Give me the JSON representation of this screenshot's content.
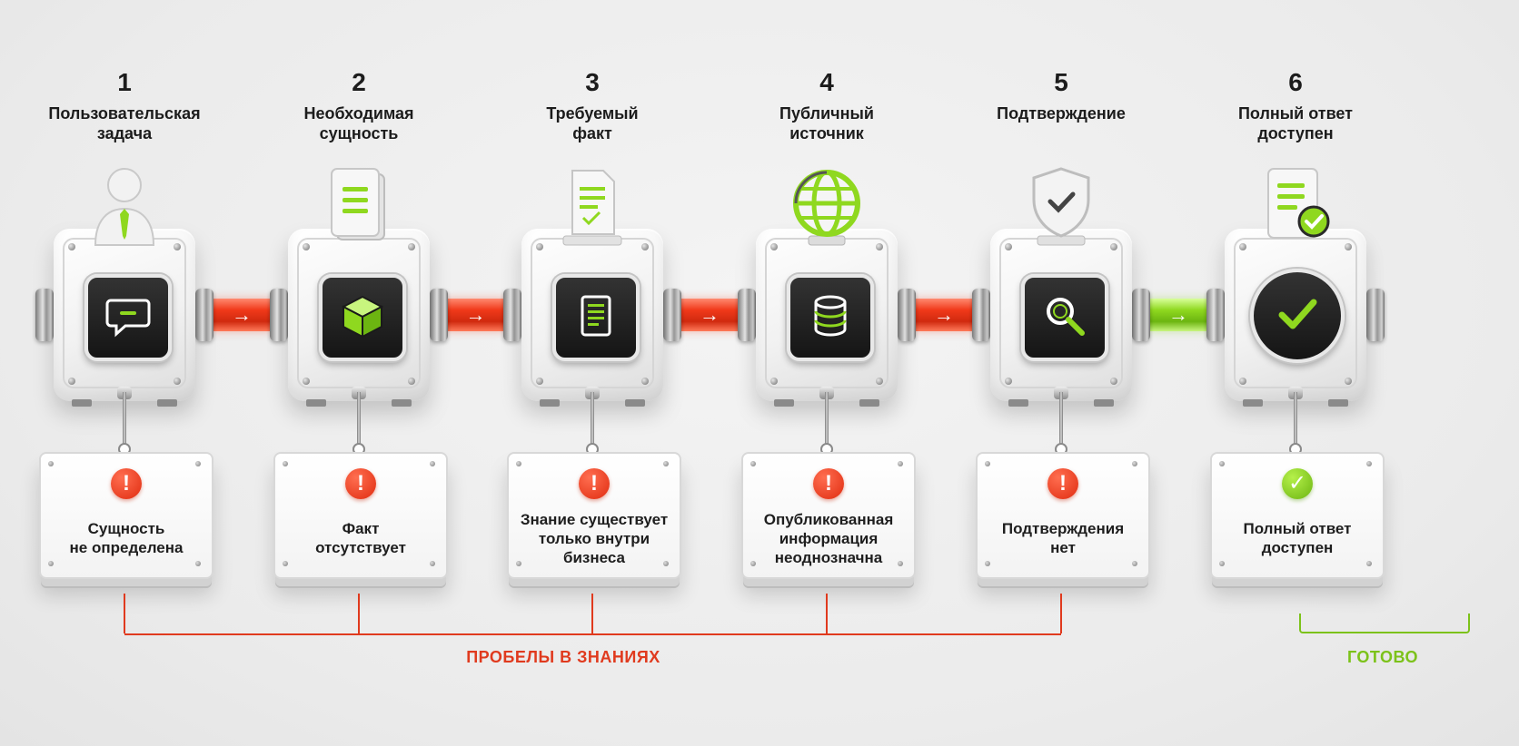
{
  "steps": [
    {
      "number": "1",
      "title": "Пользовательская\nзадача",
      "status_text": "Сущность\nне определена",
      "status": "gap",
      "topper_icon": "user-tie-icon",
      "panel_icon": "chat-bubble-icon"
    },
    {
      "number": "2",
      "title": "Необходимая\nсущность",
      "status_text": "Факт\nотсутствует",
      "status": "gap",
      "topper_icon": "document-stack-icon",
      "panel_icon": "cube-icon"
    },
    {
      "number": "3",
      "title": "Требуемый\nфакт",
      "status_text": "Знание существует\nтолько внутри\nбизнеса",
      "status": "gap",
      "topper_icon": "document-check-icon",
      "panel_icon": "document-icon"
    },
    {
      "number": "4",
      "title": "Публичный\nисточник",
      "status_text": "Опубликованная\nинформация\nнеоднозначна",
      "status": "gap",
      "topper_icon": "globe-icon",
      "panel_icon": "database-icon"
    },
    {
      "number": "5",
      "title": "Подтверждение",
      "status_text": "Подтверждения\nнет",
      "status": "gap",
      "topper_icon": "shield-check-icon",
      "panel_icon": "magnifier-icon"
    },
    {
      "number": "6",
      "title": "Полный ответ\nдоступен",
      "status_text": "Полный ответ\nдоступен",
      "status": "done",
      "topper_icon": "document-approved-icon",
      "panel_icon": "checkmark-icon"
    }
  ],
  "badges": {
    "gap": "!",
    "done": "✓"
  },
  "connector_arrow": "→",
  "brackets": {
    "gaps_label": "ПРОБЕЛЫ В ЗНАНИЯХ",
    "done_label": "ГОТОВО"
  },
  "colors": {
    "gap": "#e03a1e",
    "done": "#7cc21a",
    "accent_green": "#8fd81f",
    "panel_dark": "#1a1a1a"
  }
}
